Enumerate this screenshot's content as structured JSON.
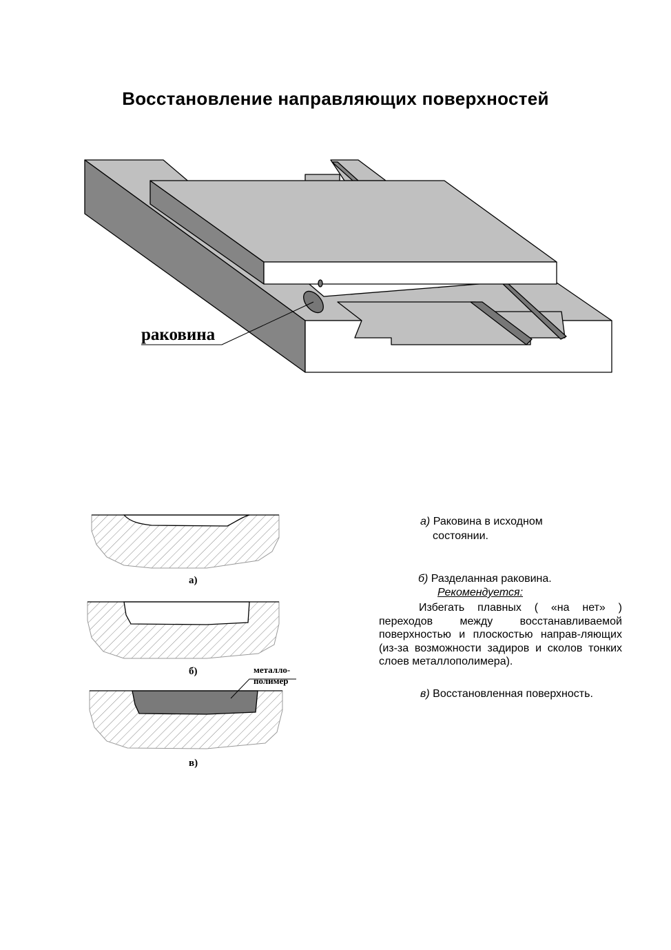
{
  "title": "Восстановление направляющих поверхностей",
  "figure_main": {
    "label": "раковина"
  },
  "cross_sections": {
    "a_label": "а)",
    "b_label": "б)",
    "v_label": "в)",
    "material_label_line1": "металло-",
    "material_label_line2": "полимер"
  },
  "captions": {
    "a_marker": "а)",
    "a_text_line1": "Раковина в исходном",
    "a_text_line2": "состоянии.",
    "b_marker": "б)",
    "b_text": "Разделанная раковина.",
    "recommended": "Рекомендуется:",
    "recommendation": "Избегать плавных ( «на нет» ) переходов между восстанавливаемой поверхностью и плоскостью направ-ляющих (из-за возможности задиров и сколов тонких слоев металлополимера).",
    "v_marker": "в)",
    "v_text": "Восстановленная поверхность."
  },
  "colors": {
    "light_gray": "#c0c0c0",
    "dark_gray": "#858585",
    "fill_dark": "#7a7a7a"
  }
}
